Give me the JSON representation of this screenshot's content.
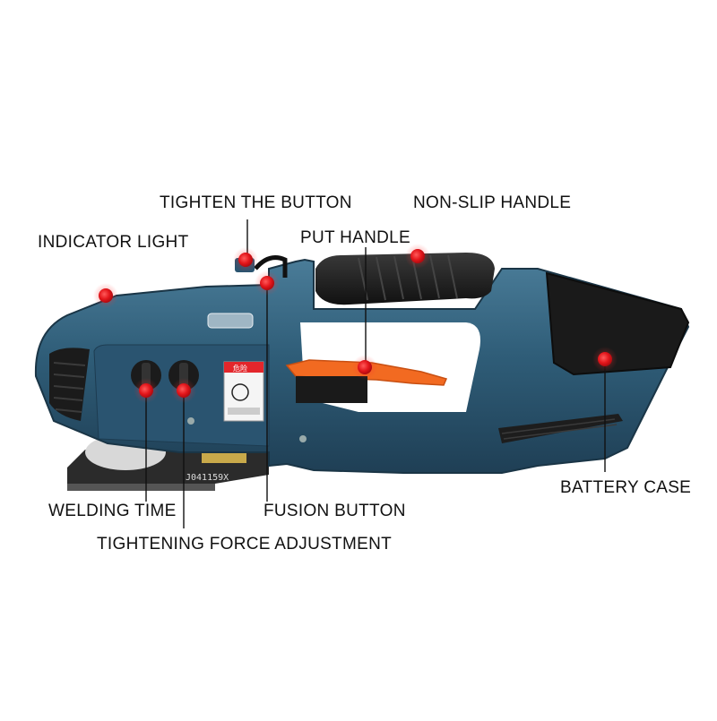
{
  "labels": {
    "tighten_button": "TIGHTEN THE BUTTON",
    "non_slip_handle": "NON-SLIP HANDLE",
    "indicator_light": "INDICATOR LIGHT",
    "put_handle": "PUT HANDLE",
    "battery_case": "BATTERY CASE",
    "welding_time": "WELDING TIME",
    "fusion_button": "FUSION BUTTON",
    "tightening_force": "TIGHTENING FORCE ADJUSTMENT"
  },
  "device": {
    "serial": "J041159X",
    "warning_tag": "危险"
  },
  "colors": {
    "body": "#2e5a74",
    "body_dark": "#1f3e52",
    "grip": "#1c1c1c",
    "lever": "#f26a21",
    "marker": "#e3161b",
    "leader": "#111111"
  }
}
